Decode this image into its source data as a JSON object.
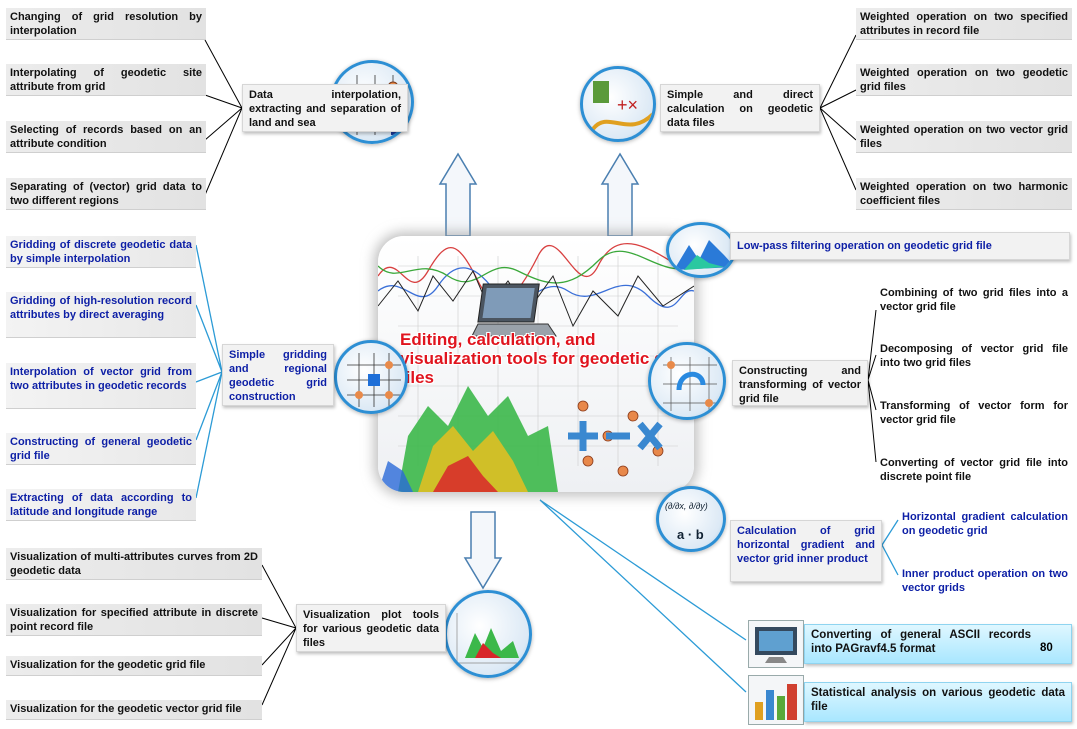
{
  "center": {
    "title": "Editing, calculation, and visualization tools for geodetic data files"
  },
  "interpolation": {
    "hub": "Data interpolation, extracting and separation of land and sea",
    "items": [
      "Changing of grid resolution by interpolation",
      "Interpolating of geodetic site attribute from grid",
      "Selecting of records based on an attribute condition",
      "Separating of (vector) grid data to two different regions"
    ]
  },
  "calculation": {
    "hub": "Simple and direct calculation on geodetic data files",
    "items": [
      "Weighted operation on two specified attributes in record file",
      "Weighted operation on two geodetic grid files",
      "Weighted operation on two vector grid files",
      "Weighted operation on two harmonic coefficient files"
    ]
  },
  "filtering": {
    "hub": "Low-pass filtering operation on geodetic grid file"
  },
  "gridding": {
    "hub": "Simple gridding and regional geodetic grid construction",
    "items": [
      "Gridding of discrete geodetic data by simple interpolation",
      "Gridding of high-resolution record attributes by direct averaging",
      "Interpolation of vector grid from two attributes in geodetic records",
      "Constructing of general geodetic grid file",
      "Extracting of data according to latitude and longitude range"
    ]
  },
  "vector": {
    "hub": "Constructing and transforming of vector grid file",
    "items": [
      "Combining of two grid files into a vector grid file",
      "Decomposing of vector grid file into two grid files",
      "Transforming of vector form for vector grid file",
      "Converting of vector grid file into discrete point file"
    ]
  },
  "gradient": {
    "hub": "Calculation of grid horizontal gradient and vector grid inner product",
    "items": [
      "Horizontal gradient calculation on geodetic grid",
      "Inner product operation on two vector grids"
    ]
  },
  "visualization": {
    "hub": "Visualization plot tools for various geodetic data files",
    "items": [
      "Visualization of multi-attributes curves from 2D geodetic data",
      "Visualization for specified attribute in discrete point record file",
      "Visualization for the geodetic grid file",
      "Visualization for the geodetic vector grid file"
    ]
  },
  "converting": {
    "hub": "Converting of general ASCII records into PAGravf4.5 format",
    "page": "80"
  },
  "statistics": {
    "hub": "Statistical analysis on various geodetic data file"
  },
  "formula": {
    "top": "(∂/∂x, ∂/∂y)",
    "bottom": "a · b"
  }
}
